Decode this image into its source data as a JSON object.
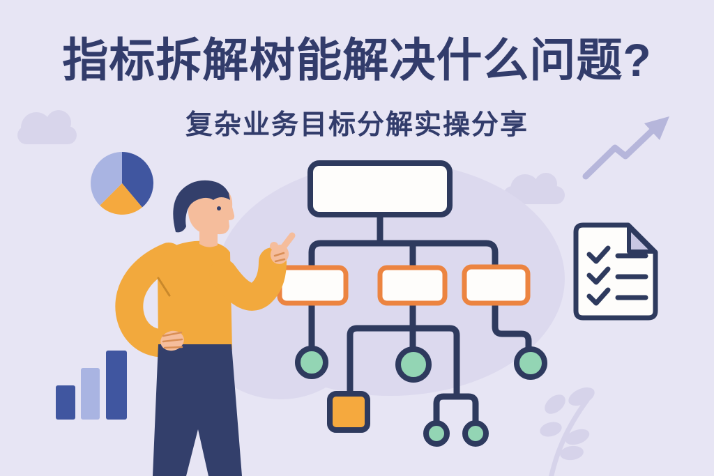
{
  "banner": {
    "title": "指标拆解树能解决什么问题?",
    "subtitle": "复杂业务目标分解实操分享"
  },
  "palette": {
    "background": "#e7e5f4",
    "title-text": "#323c6b",
    "navy": "#2e3a5e",
    "indigo": "#333f6b",
    "orange": "#ec8440",
    "amber": "#f5a93e",
    "teal": "#93d5b4",
    "blue-dark": "#4056a0",
    "blue-light": "#a9b4e2",
    "white": "#fefdfb",
    "cloud": "#d8d5eb",
    "blob": "#dcd9ee",
    "leaf": "#d6d3ea",
    "fold": "#c8c6e2",
    "arrow": "#b6b6db",
    "skin": "#f5bd9c",
    "skin-line": "#d98e55",
    "sweater": "#f2a93d",
    "sweater-line": "#c9882b"
  },
  "diagram": {
    "type": "tree",
    "description": "decomposition tree of empty placeholder nodes",
    "nodes": [
      {
        "id": "root",
        "level": 0,
        "shape": "rounded-rectangle",
        "fill": "white",
        "border": "navy"
      },
      {
        "id": "branch-1",
        "level": 1,
        "parent": "root",
        "shape": "rounded-rectangle",
        "fill": "white",
        "border": "orange"
      },
      {
        "id": "branch-2",
        "level": 1,
        "parent": "root",
        "shape": "rounded-rectangle",
        "fill": "white",
        "border": "orange"
      },
      {
        "id": "branch-3",
        "level": 1,
        "parent": "root",
        "shape": "rounded-rectangle",
        "fill": "white",
        "border": "orange"
      },
      {
        "id": "leaf-1",
        "level": 2,
        "parent": "branch-1",
        "shape": "circle",
        "fill": "teal"
      },
      {
        "id": "leaf-2",
        "level": 2,
        "parent": "branch-2",
        "shape": "circle",
        "fill": "teal"
      },
      {
        "id": "leaf-3",
        "level": 2,
        "parent": "branch-2",
        "shape": "square",
        "fill": "amber"
      },
      {
        "id": "leaf-4",
        "level": 3,
        "parent": "branch-2",
        "shape": "circle",
        "fill": "teal"
      },
      {
        "id": "leaf-5",
        "level": 3,
        "parent": "branch-2",
        "shape": "circle",
        "fill": "teal"
      },
      {
        "id": "leaf-6",
        "level": 2,
        "parent": "branch-3",
        "shape": "circle",
        "fill": "teal"
      }
    ]
  },
  "decorations": [
    {
      "icon": "pie-chart-icon",
      "slices": [
        {
          "fill": "blue-dark",
          "sweep_deg": 140
        },
        {
          "fill": "amber",
          "sweep_deg": 85
        },
        {
          "fill": "blue-light",
          "sweep_deg": 135
        }
      ]
    },
    {
      "icon": "bar-chart-icon",
      "bars": [
        {
          "fill": "blue-dark",
          "relative_height": "small"
        },
        {
          "fill": "blue-light",
          "relative_height": "medium"
        },
        {
          "fill": "blue-dark",
          "relative_height": "tall"
        }
      ]
    },
    {
      "icon": "trend-arrow-icon"
    },
    {
      "icon": "checklist-document-icon",
      "rows": 3
    },
    {
      "icon": "cloud-icon",
      "count": 2
    },
    {
      "icon": "plant-branch-icon"
    },
    {
      "icon": "person-presenter",
      "pose": "pointing at tree"
    }
  ]
}
